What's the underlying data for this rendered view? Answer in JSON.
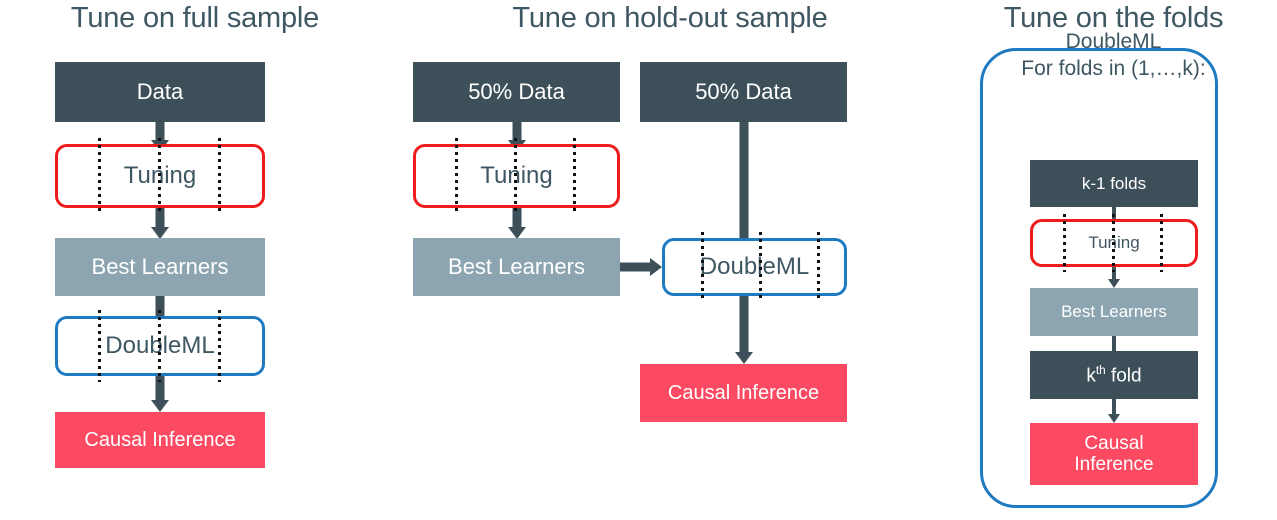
{
  "diagram": {
    "title_colors": {
      "heading": "#3E5763",
      "dark_box": "#3D5059",
      "steel_box": "#8CA5B0",
      "red_box": "#FB4A62",
      "red_outline": "#EE1C1C",
      "blue_outline": "#1F7BC1",
      "fold_line": "#111111"
    }
  },
  "panels": [
    {
      "id": "full-sample",
      "title": "Tune on full sample",
      "nodes": {
        "data": "Data",
        "tuning": "Tuning",
        "best_learners": "Best Learners",
        "doubleml": "DoubleML",
        "causal_inference": "Causal Inference"
      }
    },
    {
      "id": "hold-out-sample",
      "title": "Tune on hold-out sample",
      "nodes": {
        "data_left": "50% Data",
        "data_right": "50% Data",
        "tuning": "Tuning",
        "best_learners": "Best Learners",
        "doubleml": "DoubleML",
        "causal_inference": "Causal Inference"
      }
    },
    {
      "id": "the-folds",
      "title": "Tune on the folds",
      "container": {
        "caption_line1": "DoubleML",
        "caption_line2": "For folds in (1,…,k):"
      },
      "nodes": {
        "k_minus_1_folds": "k-1 folds",
        "tuning": "Tuning",
        "best_learners": "Best Learners",
        "kth_fold_prefix": "k",
        "kth_fold_sup": "th",
        "kth_fold_suffix": " fold",
        "causal_inference_line1": "Causal",
        "causal_inference_line2": "Inference"
      }
    }
  ]
}
